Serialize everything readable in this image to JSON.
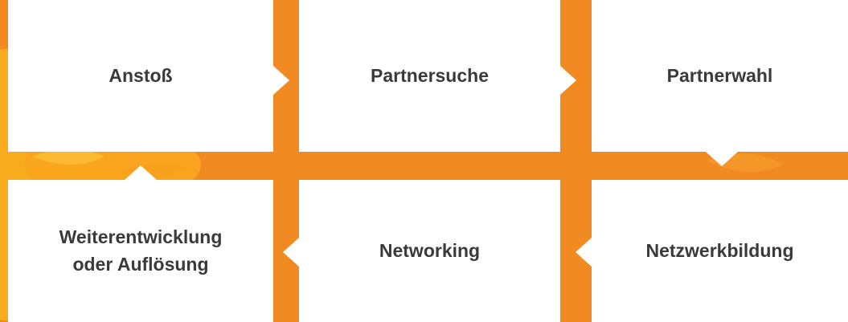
{
  "colors": {
    "background": "#f28a22",
    "background_accent": "#f9b21c",
    "box": "#ffffff",
    "text": "#3a3a3a"
  },
  "steps": [
    {
      "label": "Anstoß"
    },
    {
      "label": "Partnersuche"
    },
    {
      "label": "Partnerwahl"
    },
    {
      "label": "Netzwerkbildung"
    },
    {
      "label": "Networking"
    },
    {
      "label": "Weiterentwicklung\noder Auflösung"
    }
  ]
}
